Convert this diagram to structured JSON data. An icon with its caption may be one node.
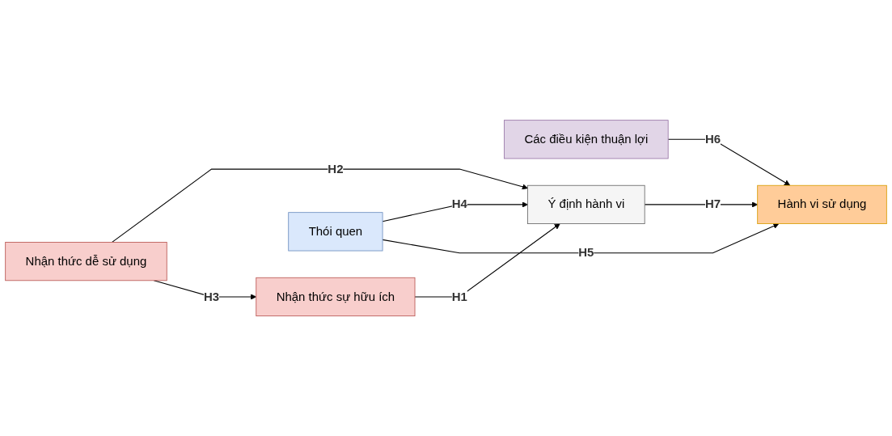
{
  "diagram": {
    "nodes": [
      {
        "text": [
          "Nhận thức sự hữu ích"
        ]
      },
      {
        "text": [
          "Nhận thức dễ sử dụng"
        ]
      },
      {
        "text": [
          "Thói quen"
        ]
      },
      {
        "text": [
          "Các điều kiện thuận lợi"
        ]
      },
      {
        "text": [
          "Ý định hành vi"
        ]
      },
      {
        "text": [
          "Hành vi sử dụng"
        ]
      }
    ],
    "edges": [
      {
        "from": 0,
        "to": 4,
        "arrow": "to",
        "label": "H1"
      },
      {
        "from": 1,
        "to": 4,
        "arrow": "to",
        "label": "H2"
      },
      {
        "from": 1,
        "to": 0,
        "arrow": "to",
        "label": "H3"
      },
      {
        "from": 2,
        "to": 4,
        "arrow": "to",
        "label": "H4"
      },
      {
        "from": 2,
        "to": 5,
        "arrow": "to",
        "label": "H5"
      },
      {
        "from": 3,
        "to": 5,
        "arrow": "to",
        "label": "H6"
      },
      {
        "from": 4,
        "to": 5,
        "arrow": "to",
        "label": "H7"
      }
    ]
  }
}
